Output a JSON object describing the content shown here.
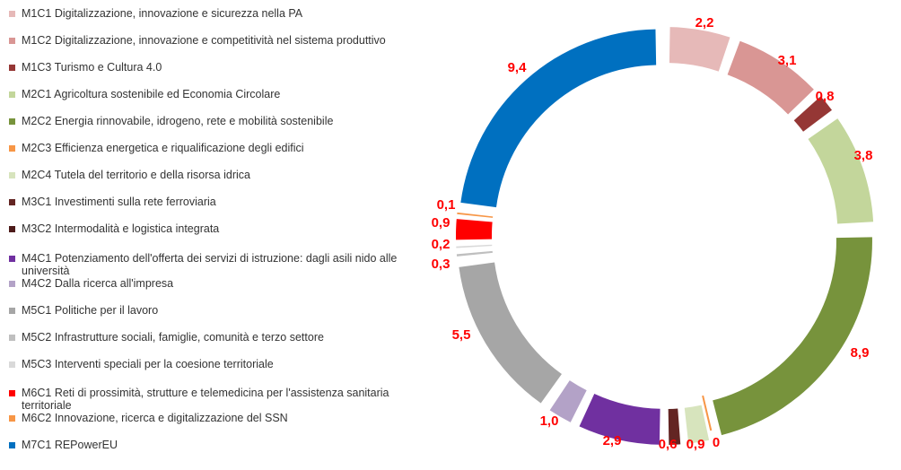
{
  "chart_data": {
    "type": "donut",
    "title": "",
    "legend_position": "left",
    "series": [
      {
        "name": "M1C1 Digitalizzazione, innovazione e sicurezza nella PA",
        "value": 2.2,
        "label": "2,2",
        "color": "#e6b9b8"
      },
      {
        "name": "M1C2 Digitalizzazione, innovazione e competitività nel sistema produttivo",
        "value": 3.1,
        "label": "3,1",
        "color": "#d99694"
      },
      {
        "name": "M1C3 Turismo e Cultura 4.0",
        "value": 0.8,
        "label": "0,8",
        "color": "#953735"
      },
      {
        "name": "M2C1 Agricoltura sostenibile ed Economia Circolare",
        "value": 3.8,
        "label": "3,8",
        "color": "#c3d69b"
      },
      {
        "name": "M2C2 Energia rinnovabile, idrogeno, rete e mobilità sostenibile",
        "value": 8.9,
        "label": "8,9",
        "color": "#77933c"
      },
      {
        "name": "M2C3 Efficienza energetica e riqualificazione degli edifici",
        "value": 0.0,
        "label": "0",
        "color": "#f79646"
      },
      {
        "name": "M2C4 Tutela del territorio e della risorsa idrica",
        "value": 0.9,
        "label": "0,9",
        "color": "#d7e4bd"
      },
      {
        "name": "M3C1 Investimenti sulla rete ferroviaria",
        "value": 0.6,
        "label": "0,6",
        "color": "#632523"
      },
      {
        "name": "M3C2 Intermodalità e logistica integrata",
        "value": 0.0,
        "label": "",
        "color": "#4d1b1a"
      },
      {
        "name": "M4C1 Potenziamento dell'offerta dei servizi di istruzione: dagli asili nido alle università",
        "value": 2.9,
        "label": "2,9",
        "color": "#7030a0"
      },
      {
        "name": "M4C2 Dalla ricerca all'impresa",
        "value": 1.0,
        "label": "1,0",
        "color": "#b3a2c7"
      },
      {
        "name": "M5C1 Politiche per il lavoro",
        "value": 5.5,
        "label": "5,5",
        "color": "#a6a6a6"
      },
      {
        "name": "M5C2 Infrastrutture sociali, famiglie, comunità e terzo settore",
        "value": 0.3,
        "label": "0,3",
        "color": "#bfbfbf"
      },
      {
        "name": "M5C3 Interventi speciali per la coesione territoriale",
        "value": 0.2,
        "label": "0,2",
        "color": "#d9d9d9"
      },
      {
        "name": "M6C1 Reti di prossimità, strutture e telemedicina per l'assistenza sanitaria territoriale",
        "value": 0.9,
        "label": "0,9",
        "color": "#ff0000"
      },
      {
        "name": "M6C2 Innovazione, ricerca e digitalizzazione del SSN",
        "value": 0.1,
        "label": "0,1",
        "color": "#f79646"
      },
      {
        "name": "M7C1 REPowerEU",
        "value": 9.4,
        "label": "9,4",
        "color": "#0070c0"
      }
    ]
  }
}
